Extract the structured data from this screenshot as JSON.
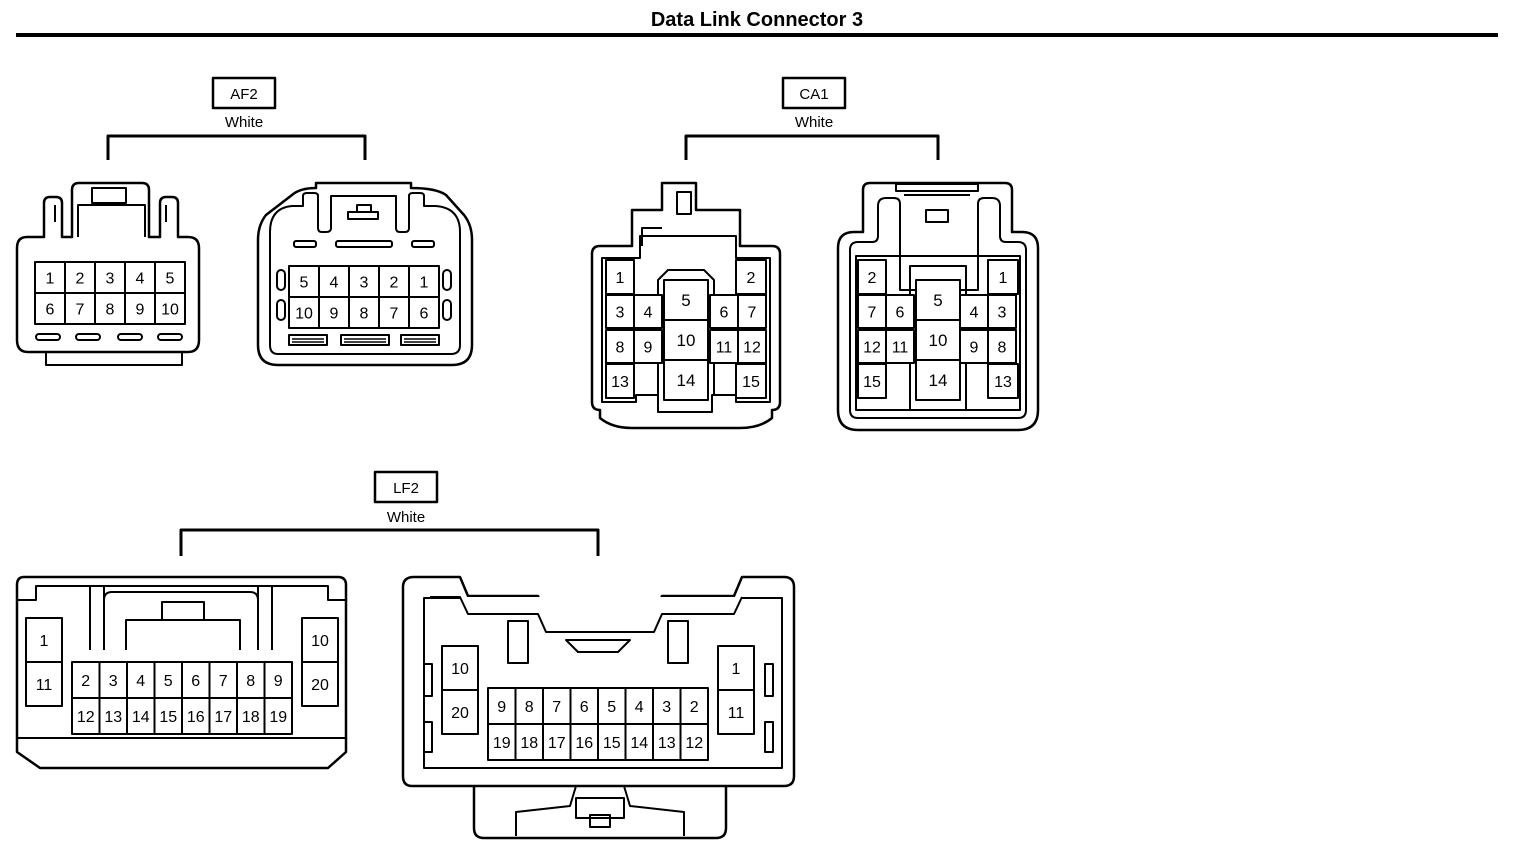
{
  "title": "Data Link Connector 3",
  "connectors": {
    "af2": {
      "code": "AF2",
      "color": "White",
      "male_rows": [
        [
          "1",
          "2",
          "3",
          "4",
          "5"
        ],
        [
          "6",
          "7",
          "8",
          "9",
          "10"
        ]
      ],
      "female_rows": [
        [
          "5",
          "4",
          "3",
          "2",
          "1"
        ],
        [
          "10",
          "9",
          "8",
          "7",
          "6"
        ]
      ]
    },
    "ca1": {
      "code": "CA1",
      "color": "White",
      "male_pins": [
        "1",
        "2",
        "3",
        "4",
        "5",
        "6",
        "7",
        "8",
        "9",
        "10",
        "11",
        "12",
        "13",
        "14",
        "15"
      ],
      "female_pins": [
        "1",
        "2",
        "3",
        "4",
        "5",
        "6",
        "7",
        "8",
        "9",
        "10",
        "11",
        "12",
        "13",
        "14",
        "15"
      ]
    },
    "lf2": {
      "code": "LF2",
      "color": "White",
      "male_side_left": [
        "1",
        "11"
      ],
      "male_side_right": [
        "10",
        "20"
      ],
      "male_rows": [
        [
          "2",
          "3",
          "4",
          "5",
          "6",
          "7",
          "8",
          "9"
        ],
        [
          "12",
          "13",
          "14",
          "15",
          "16",
          "17",
          "18",
          "19"
        ]
      ],
      "female_side_left": [
        "10",
        "20"
      ],
      "female_side_right": [
        "1",
        "11"
      ],
      "female_rows": [
        [
          "9",
          "8",
          "7",
          "6",
          "5",
          "4",
          "3",
          "2"
        ],
        [
          "19",
          "18",
          "17",
          "16",
          "15",
          "14",
          "13",
          "12"
        ]
      ]
    }
  }
}
